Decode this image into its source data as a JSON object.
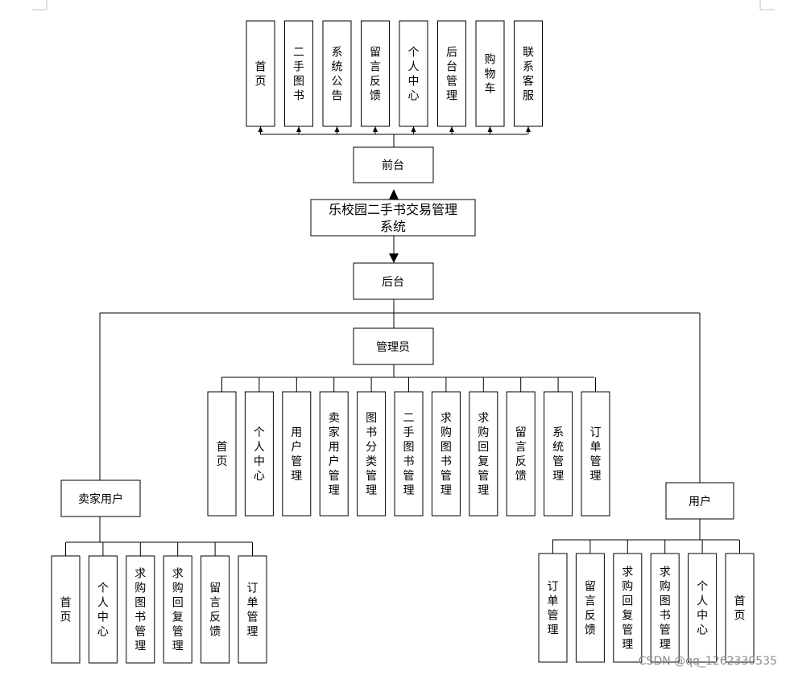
{
  "system": {
    "title_line1": "乐校园二手书交易管理",
    "title_line2": "系统"
  },
  "frontend": {
    "label": "前台",
    "items": [
      "首页",
      "二手图书",
      "系统公告",
      "留言反馈",
      "个人中心",
      "后台管理",
      "购物车",
      "联系客服"
    ]
  },
  "backend": {
    "label": "后台"
  },
  "admin": {
    "label": "管理员",
    "items": [
      "首页",
      "个人中心",
      "用户管理",
      "卖家用户管理",
      "图书分类管理",
      "二手图书管理",
      "求购图书管理",
      "求购回复管理",
      "留言反馈",
      "系统管理",
      "订单管理"
    ]
  },
  "seller": {
    "label": "卖家用户",
    "items": [
      "首页",
      "个人中心",
      "求购图书管理",
      "求购回复管理",
      "留言反馈",
      "订单管理"
    ]
  },
  "user": {
    "label": "用户",
    "items": [
      "订单管理",
      "留言反馈",
      "求购回复管理",
      "求购图书管理",
      "个人中心",
      "首页"
    ]
  },
  "watermark": "CSDN @qq_1262330535"
}
